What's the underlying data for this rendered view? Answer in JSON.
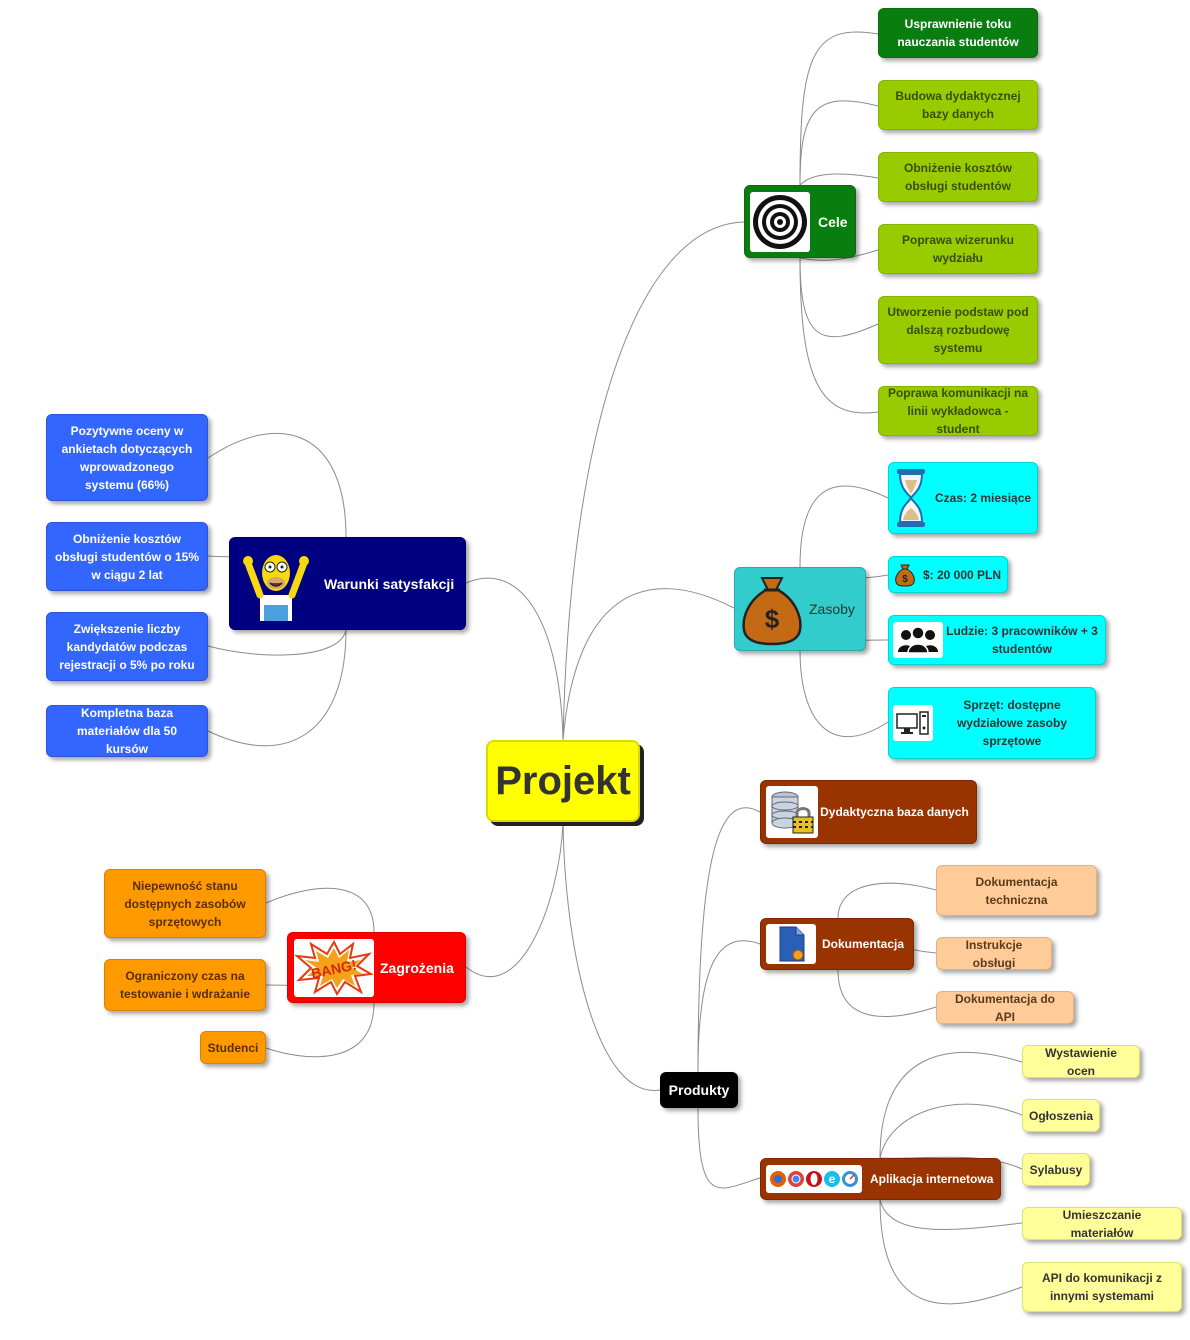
{
  "root": {
    "label": "Projekt"
  },
  "cele": {
    "label": "Cele",
    "icon": "target-icon",
    "items": [
      "Usprawnienie toku nauczania studentów",
      "Budowa dydaktycznej bazy danych",
      "Obniżenie kosztów obsługi studentów",
      "Poprawa wizerunku wydziału",
      "Utworzenie podstaw pod dalszą rozbudowę systemu",
      "Poprawa komunikacji na linii wykładowca - student"
    ]
  },
  "zasoby": {
    "label": "Zasoby",
    "icon": "money-bag-icon",
    "items": [
      {
        "label": "Czas: 2 miesiące",
        "icon": "hourglass-icon"
      },
      {
        "label": "$: 20 000 PLN",
        "icon": "coin-bag-icon"
      },
      {
        "label": "Ludzie: 3 pracowników + 3 studentów",
        "icon": "people-icon"
      },
      {
        "label": "Sprzęt: dostępne wydziałowe zasoby sprzętowe",
        "icon": "computer-icon"
      }
    ]
  },
  "warunki": {
    "label": "Warunki satysfakcji",
    "icon": "cheering-character-icon",
    "items": [
      "Pozytywne oceny w ankietach dotyczących wprowadzonego systemu (66%)",
      "Obniżenie kosztów obsługi studentów o 15% w ciągu 2 lat",
      "Zwiększenie liczby kandydatów podczas rejestracji o 5% po roku",
      "Kompletna baza materiałów dla 50 kursów"
    ]
  },
  "zagrozenia": {
    "label": "Zagrożenia",
    "icon": "bang-explosion-icon",
    "icon_text": "BANG!",
    "items": [
      "Niepewność stanu dostępnych zasobów sprzętowych",
      "Ograniczony czas na testowanie i wdrażanie",
      "Studenci"
    ]
  },
  "produkty": {
    "label": "Produkty",
    "baza": {
      "label": "Dydaktyczna baza danych",
      "icon": "database-lock-icon"
    },
    "dokumentacja": {
      "label": "Dokumentacja",
      "icon": "document-icon",
      "items": [
        "Dokumentacja techniczna",
        "Instrukcje obsługi",
        "Dokumentacja do API"
      ]
    },
    "aplikacja": {
      "label": "Aplikacja internetowa",
      "icon": "browsers-icon",
      "items": [
        "Wystawienie ocen",
        "Ogłoszenia",
        "Sylabusy",
        "Umieszczanie materiałów",
        "API do komunikacji z innymi systemami"
      ]
    }
  },
  "colors": {
    "root": "#ffff00",
    "cele": "#0a7d10",
    "cele_items": "#99cc00",
    "zasoby": "#33cccc",
    "zasoby_items": "#00ffff",
    "warunki": "#000080",
    "warunki_items": "#3366ff",
    "zagrozenia": "#ff0000",
    "zagrozenia_items": "#ff9900",
    "produkty": "#000000",
    "produkty_sub": "#993300",
    "dokumentacja_items": "#ffcc99",
    "aplikacja_items": "#ffff99",
    "links": "#8c8c8c"
  }
}
